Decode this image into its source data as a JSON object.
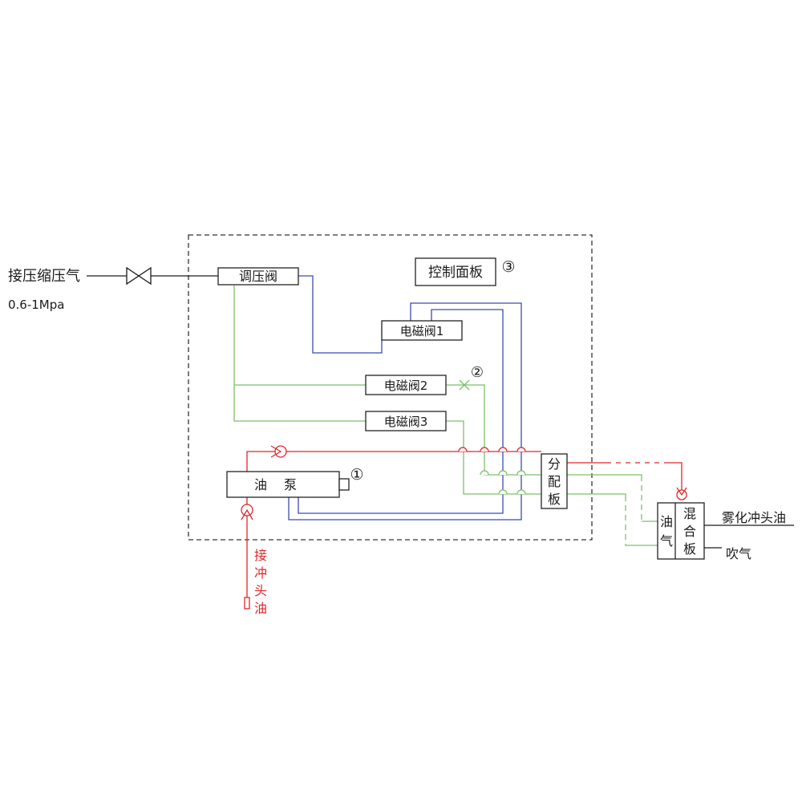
{
  "inlet": {
    "label": "接压缩压气",
    "pressure": "0.6-1Mpa"
  },
  "components": {
    "regulator": "调压阀",
    "control_panel": "控制面板",
    "control_panel_marker": "③",
    "solenoid_1": "电磁阀1",
    "solenoid_2": "电磁阀2",
    "solenoid_2_marker": "②",
    "solenoid_3": "电磁阀3",
    "pump_left": "油",
    "pump_right": "泵",
    "pump_marker": "①",
    "distributor": [
      "分",
      "配",
      "板"
    ],
    "mixer_oil_gas": [
      "油",
      "气"
    ],
    "mixer": [
      "混",
      "合",
      "板"
    ]
  },
  "oil_inlet": [
    "接",
    "冲",
    "头",
    "油"
  ],
  "outputs": {
    "atomized_oil": "雾化冲头油",
    "blow": "吹气"
  },
  "colors": {
    "air_line": "#1a1a1a",
    "blue_line": "#3b4bb0",
    "green_line": "#7cc06a",
    "red_line": "#e0262a",
    "border_dashed": "#333333"
  }
}
